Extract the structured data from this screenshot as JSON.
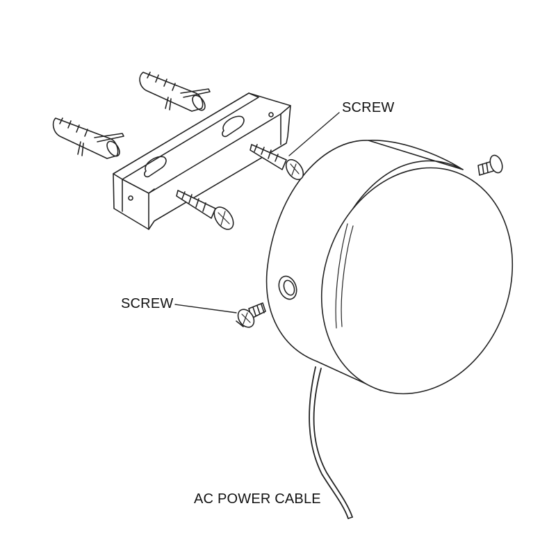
{
  "labels": {
    "screw_top": "SCREW",
    "screw_left": "SCREW",
    "ac_power_cable": "AC POWER CABLE"
  },
  "colors": {
    "line": "#222222",
    "fill": "#ffffff",
    "shade": "#f2f2f2"
  },
  "parts": [
    "wall-anchor",
    "wall-anchor",
    "mounting-bracket",
    "wood-screw",
    "wood-screw",
    "round-fixture-body",
    "set-screw",
    "set-screw",
    "ac-power-cable"
  ]
}
